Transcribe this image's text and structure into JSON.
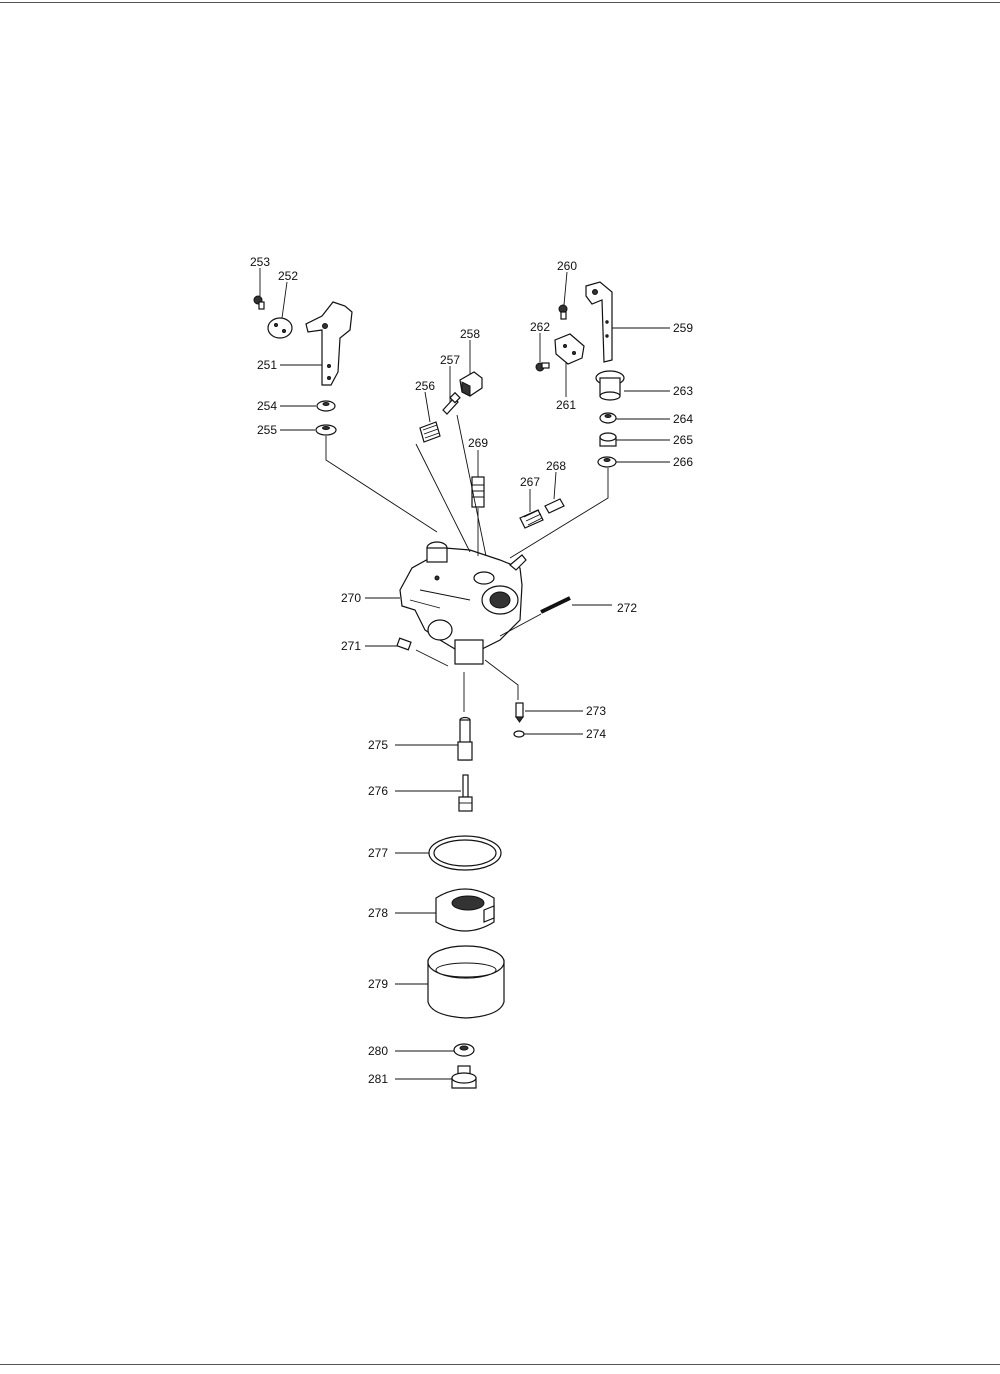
{
  "diagram": {
    "type": "exploded-parts-view",
    "callouts": [
      {
        "id": "c251",
        "number": "251"
      },
      {
        "id": "c252",
        "number": "252"
      },
      {
        "id": "c253",
        "number": "253"
      },
      {
        "id": "c254",
        "number": "254"
      },
      {
        "id": "c255",
        "number": "255"
      },
      {
        "id": "c256",
        "number": "256"
      },
      {
        "id": "c257",
        "number": "257"
      },
      {
        "id": "c258",
        "number": "258"
      },
      {
        "id": "c259",
        "number": "259"
      },
      {
        "id": "c260",
        "number": "260"
      },
      {
        "id": "c261",
        "number": "261"
      },
      {
        "id": "c262",
        "number": "262"
      },
      {
        "id": "c263",
        "number": "263"
      },
      {
        "id": "c264",
        "number": "264"
      },
      {
        "id": "c265",
        "number": "265"
      },
      {
        "id": "c266",
        "number": "266"
      },
      {
        "id": "c267",
        "number": "267"
      },
      {
        "id": "c268",
        "number": "268"
      },
      {
        "id": "c269",
        "number": "269"
      },
      {
        "id": "c270",
        "number": "270"
      },
      {
        "id": "c271",
        "number": "271"
      },
      {
        "id": "c272",
        "number": "272"
      },
      {
        "id": "c273",
        "number": "273"
      },
      {
        "id": "c274",
        "number": "274"
      },
      {
        "id": "c275",
        "number": "275"
      },
      {
        "id": "c276",
        "number": "276"
      },
      {
        "id": "c277",
        "number": "277"
      },
      {
        "id": "c278",
        "number": "278"
      },
      {
        "id": "c279",
        "number": "279"
      },
      {
        "id": "c280",
        "number": "280"
      },
      {
        "id": "c281",
        "number": "281"
      }
    ]
  }
}
